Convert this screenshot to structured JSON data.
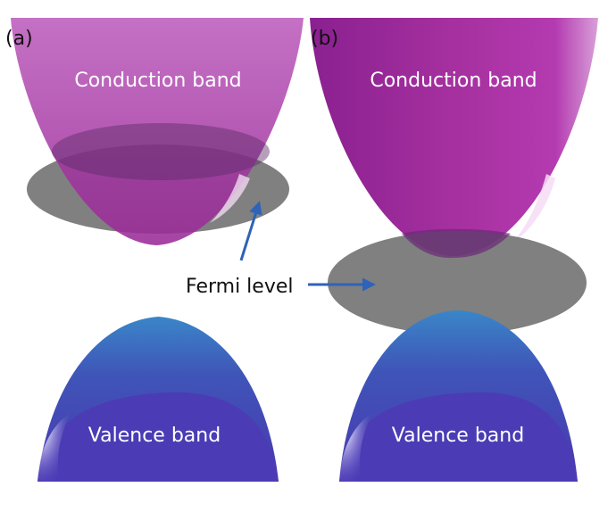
{
  "panels": [
    {
      "id": "a",
      "label": "(a)",
      "conduction_label": "Conduction band",
      "valence_label": "Valence band"
    },
    {
      "id": "b",
      "label": "(b)",
      "conduction_label": "Conduction band",
      "valence_label": "Valence band"
    }
  ],
  "fermi_label": "Fermi level",
  "colors": {
    "conduction": "#9b2a9a",
    "conduction_light": "#c050c0",
    "valence": "#3f3fb8",
    "valence_light": "#4a7fd0",
    "fermi_plane": "#6e6e6e",
    "arrow": "#2e63b8"
  }
}
